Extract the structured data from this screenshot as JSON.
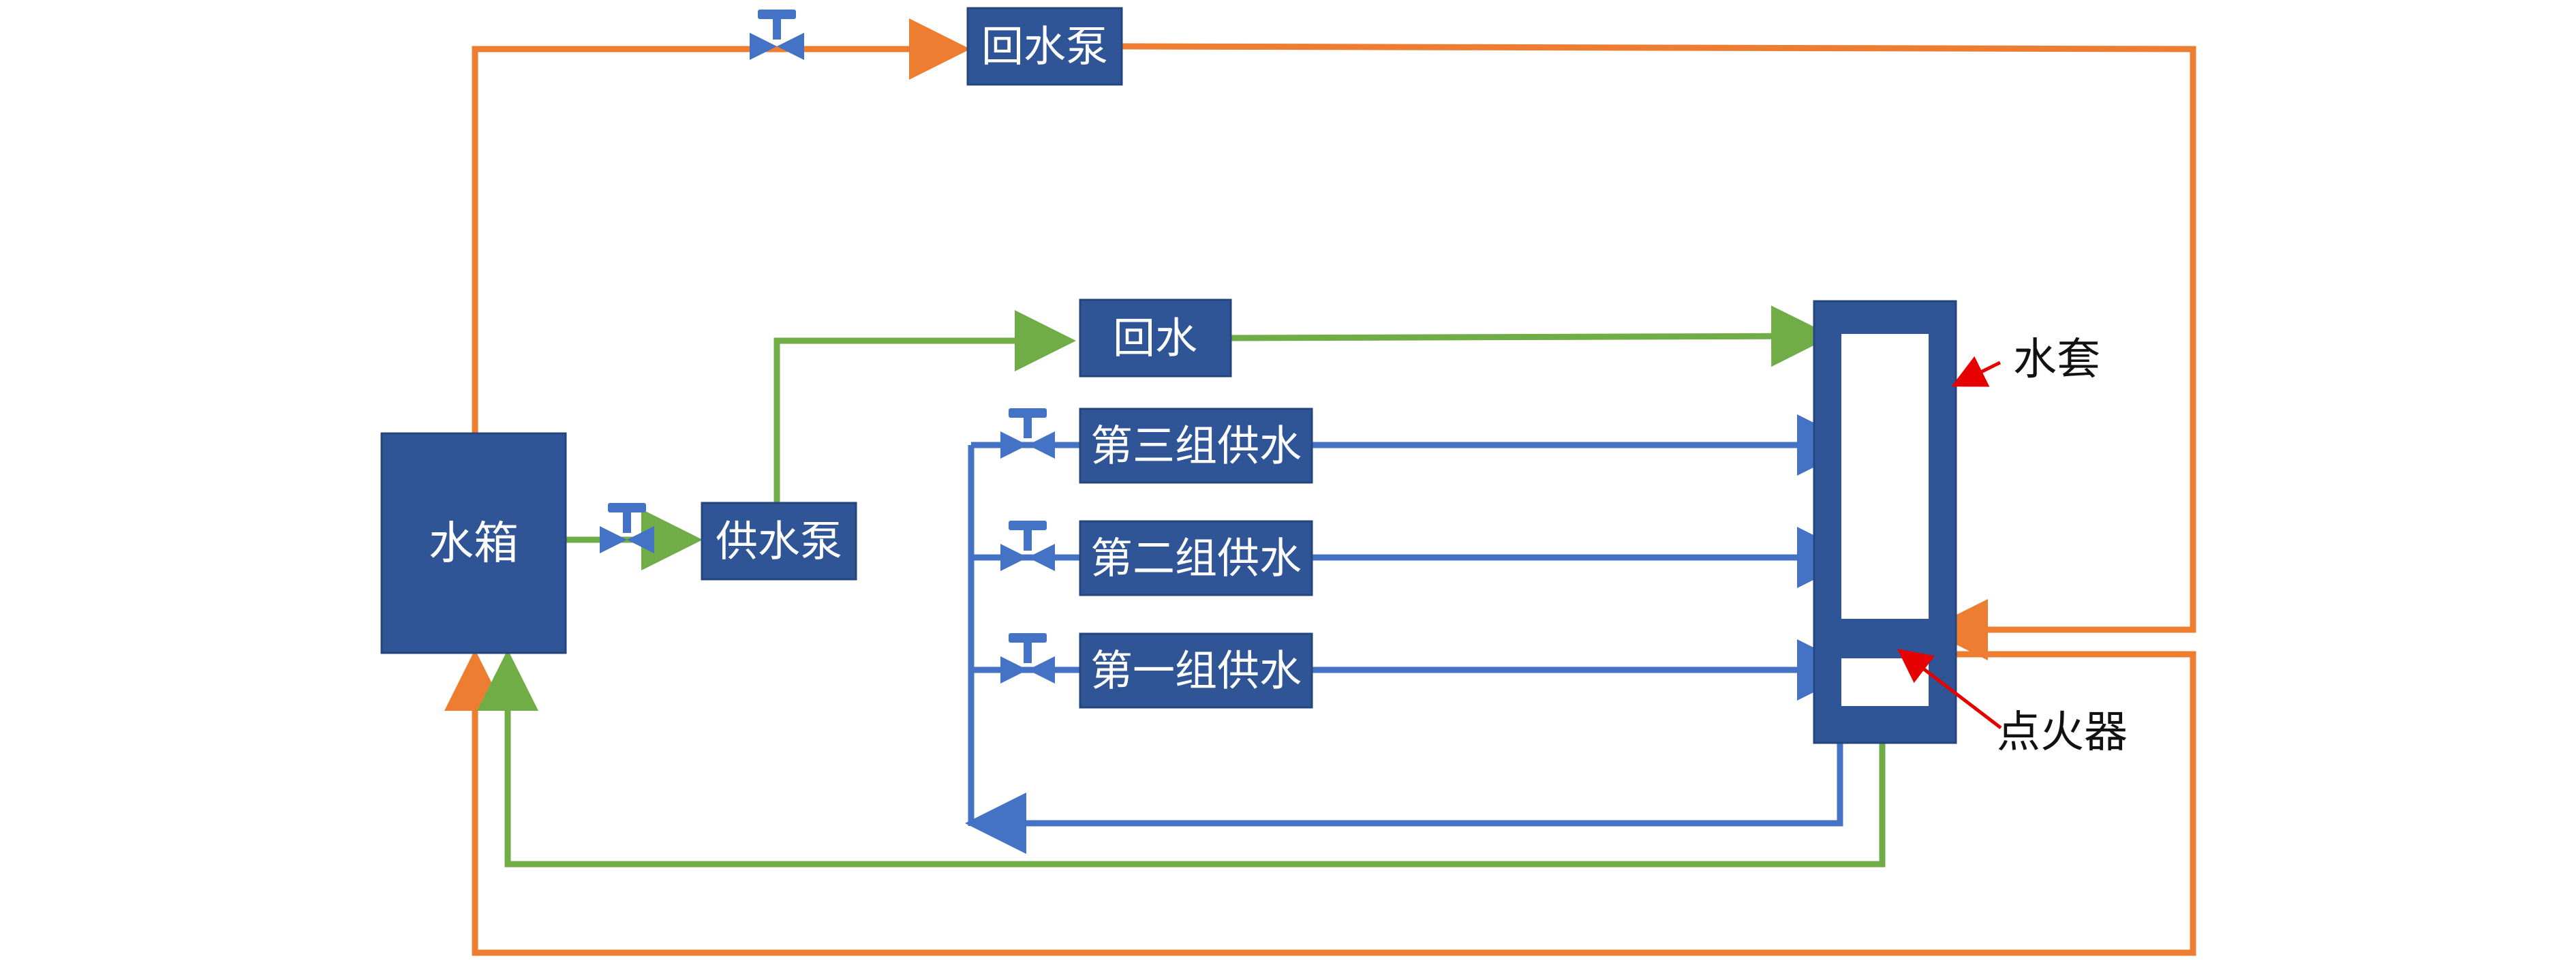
{
  "colors": {
    "box_fill": "#2f5597",
    "box_stroke": "#24467d",
    "return_pipe": "#ed7d31",
    "green_pipe": "#70ad47",
    "blue_pipe": "#4472c4",
    "valve": "#4472c4",
    "callout_arrow": "#e60000",
    "jacket_inner": "#ffffff"
  },
  "labels": {
    "water_tank": "水箱",
    "supply_pump": "供水泵",
    "return_pump": "回水泵",
    "return_water": "回水",
    "supply_group_3": "第三组供水",
    "supply_group_2": "第二组供水",
    "supply_group_1": "第一组供水",
    "water_jacket": "水套",
    "igniter": "点火器"
  },
  "icons": {
    "valve": "valve-icon"
  }
}
